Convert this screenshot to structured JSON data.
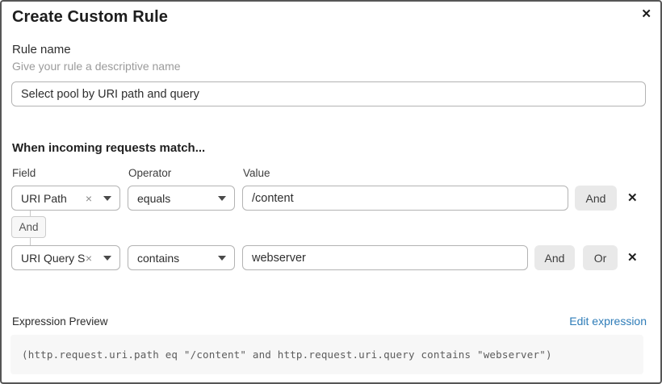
{
  "dialog": {
    "title": "Create Custom Rule",
    "close_icon": "✕"
  },
  "rule_name": {
    "label": "Rule name",
    "helper": "Give your rule a descriptive name",
    "value": "Select pool by URI path and query"
  },
  "match": {
    "heading": "When incoming requests match...",
    "labels": {
      "field": "Field",
      "operator": "Operator",
      "value": "Value"
    },
    "connector_label": "And",
    "rows": [
      {
        "field": "URI Path",
        "clear_icon": "×",
        "operator": "equals",
        "value": "/content",
        "and_label": "And",
        "remove_icon": "✕"
      },
      {
        "field": "URI Query St...",
        "clear_icon": "×",
        "operator": "contains",
        "value": "webserver",
        "and_label": "And",
        "or_label": "Or",
        "remove_icon": "✕"
      }
    ]
  },
  "preview": {
    "label": "Expression Preview",
    "edit_link": "Edit expression",
    "expression": "(http.request.uri.path eq \"/content\" and http.request.uri.query contains \"webserver\")"
  },
  "colors": {
    "link_blue": "#2e7cb8",
    "button_gray": "#e9e9e9",
    "code_bg": "#f7f7f7",
    "input_border": "#b3b3b3",
    "dialog_border": "#565656"
  }
}
